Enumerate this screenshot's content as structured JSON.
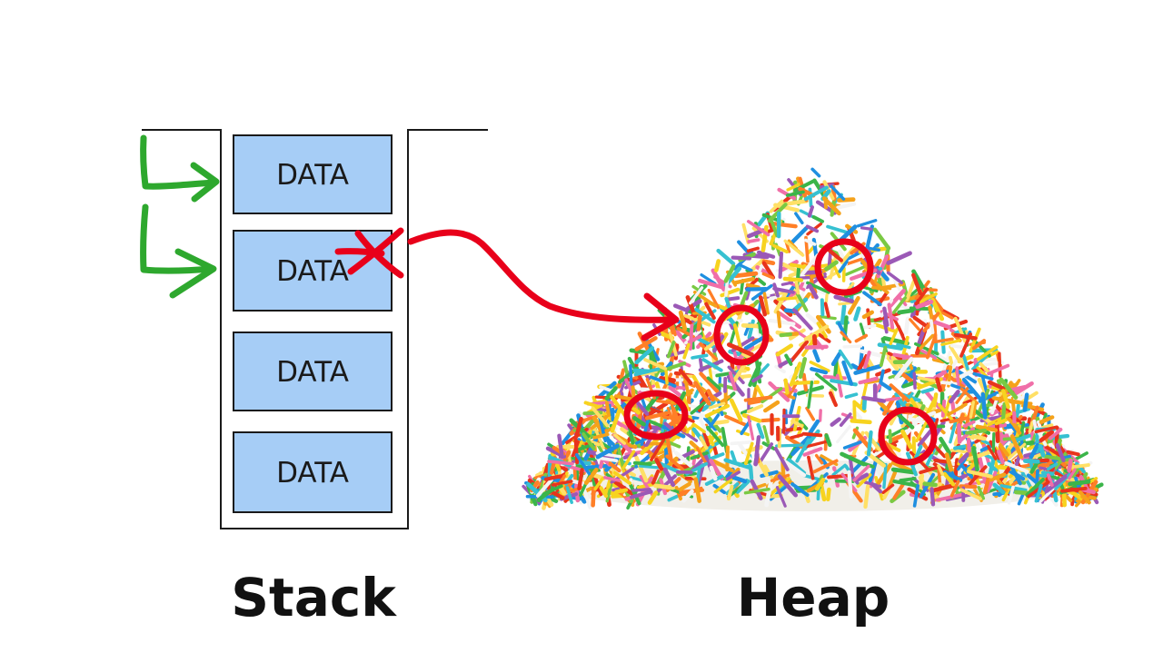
{
  "stack": {
    "label": "Stack",
    "cells": [
      {
        "text": "DATA"
      },
      {
        "text": "DATA"
      },
      {
        "text": "DATA"
      },
      {
        "text": "DATA"
      }
    ]
  },
  "heap": {
    "label": "Heap"
  },
  "colors": {
    "cell_fill": "#a6cdf6",
    "cell_stroke": "#1a1a1a",
    "pointer_green": "#2ea82e",
    "reference_red": "#e8001a",
    "text": "#111111"
  },
  "icons": {
    "pointer_arrows": "arrow-icon",
    "invalidated_mark": "cross-icon",
    "reference_arrow": "curved-arrow-icon",
    "allocation_marks": "circle-icon",
    "heap_picture": "sprinkles-pile-image"
  }
}
